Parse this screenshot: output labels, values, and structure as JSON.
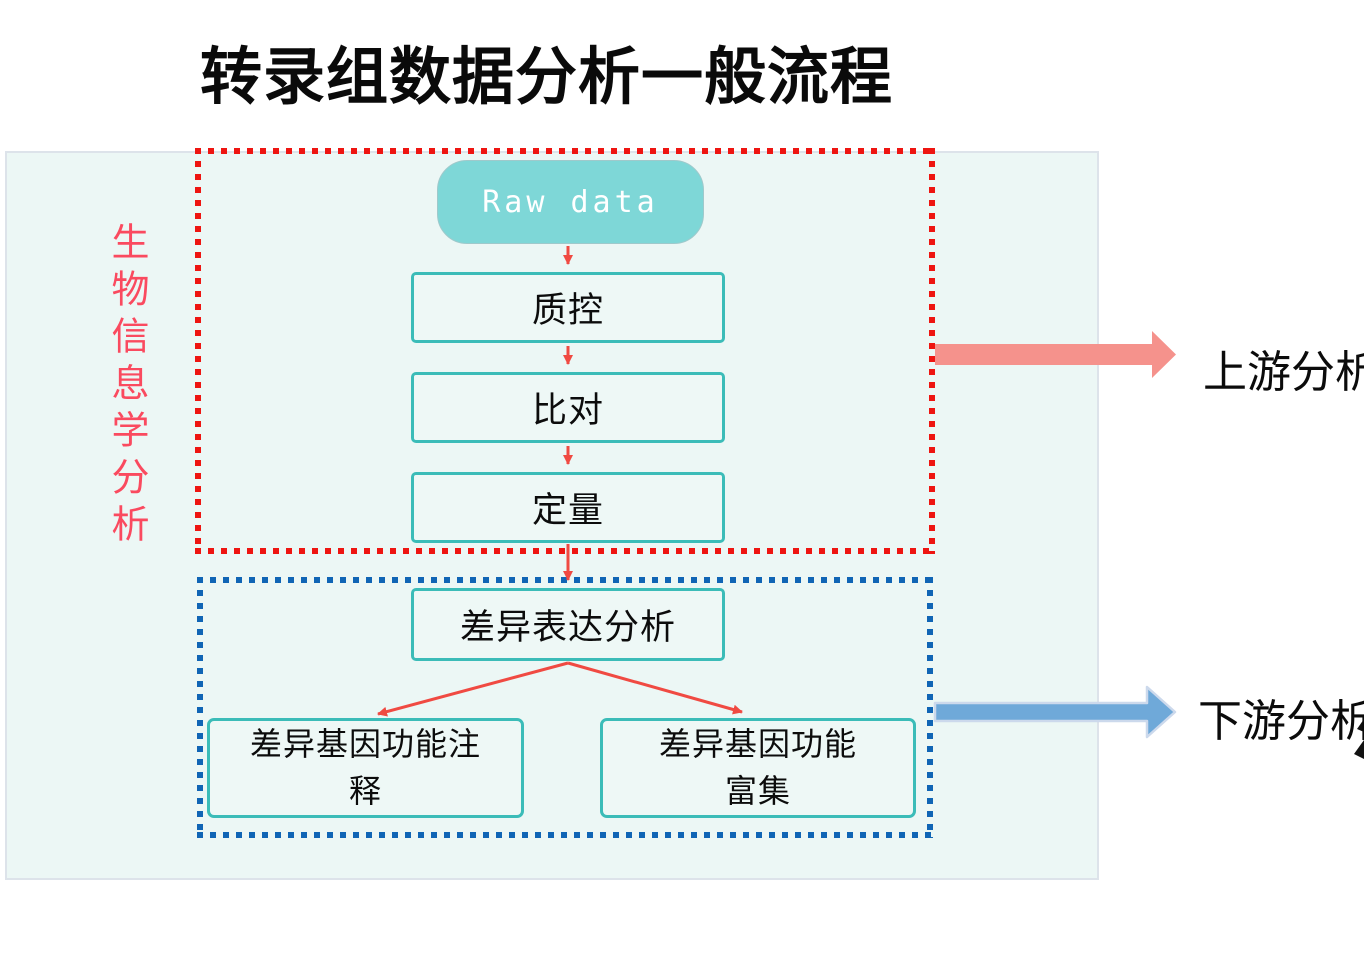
{
  "title": "转录组数据分析一般流程",
  "flowchart": {
    "side_label": "生物信息学分析",
    "start_node": "Raw data",
    "upstream_nodes": [
      "质控",
      "比对",
      "定量"
    ],
    "downstream_root": "差异表达分析",
    "downstream_children": [
      "差异基因功能注释",
      "差异基因功能富集"
    ]
  },
  "annotations": {
    "upstream_label": "上游分析",
    "downstream_label": "下游分析"
  },
  "colors": {
    "panel_bg": "#ecf7f5",
    "panel_border": "#dde3ea",
    "node_border": "#3bbcb8",
    "node_fill": "#eef8f6",
    "pill_fill": "#7ed7d7",
    "pill_text": "#ffffff",
    "upstream_group_dotted": "#ee1511",
    "downstream_group_dotted": "#1065b5",
    "connector_arrow": "#f04a42",
    "upstream_big_arrow": "#f5928c",
    "downstream_big_arrow": "#6fa9d9",
    "side_label_text": "#fa4a5f",
    "title_text": "#0a0a0a"
  }
}
